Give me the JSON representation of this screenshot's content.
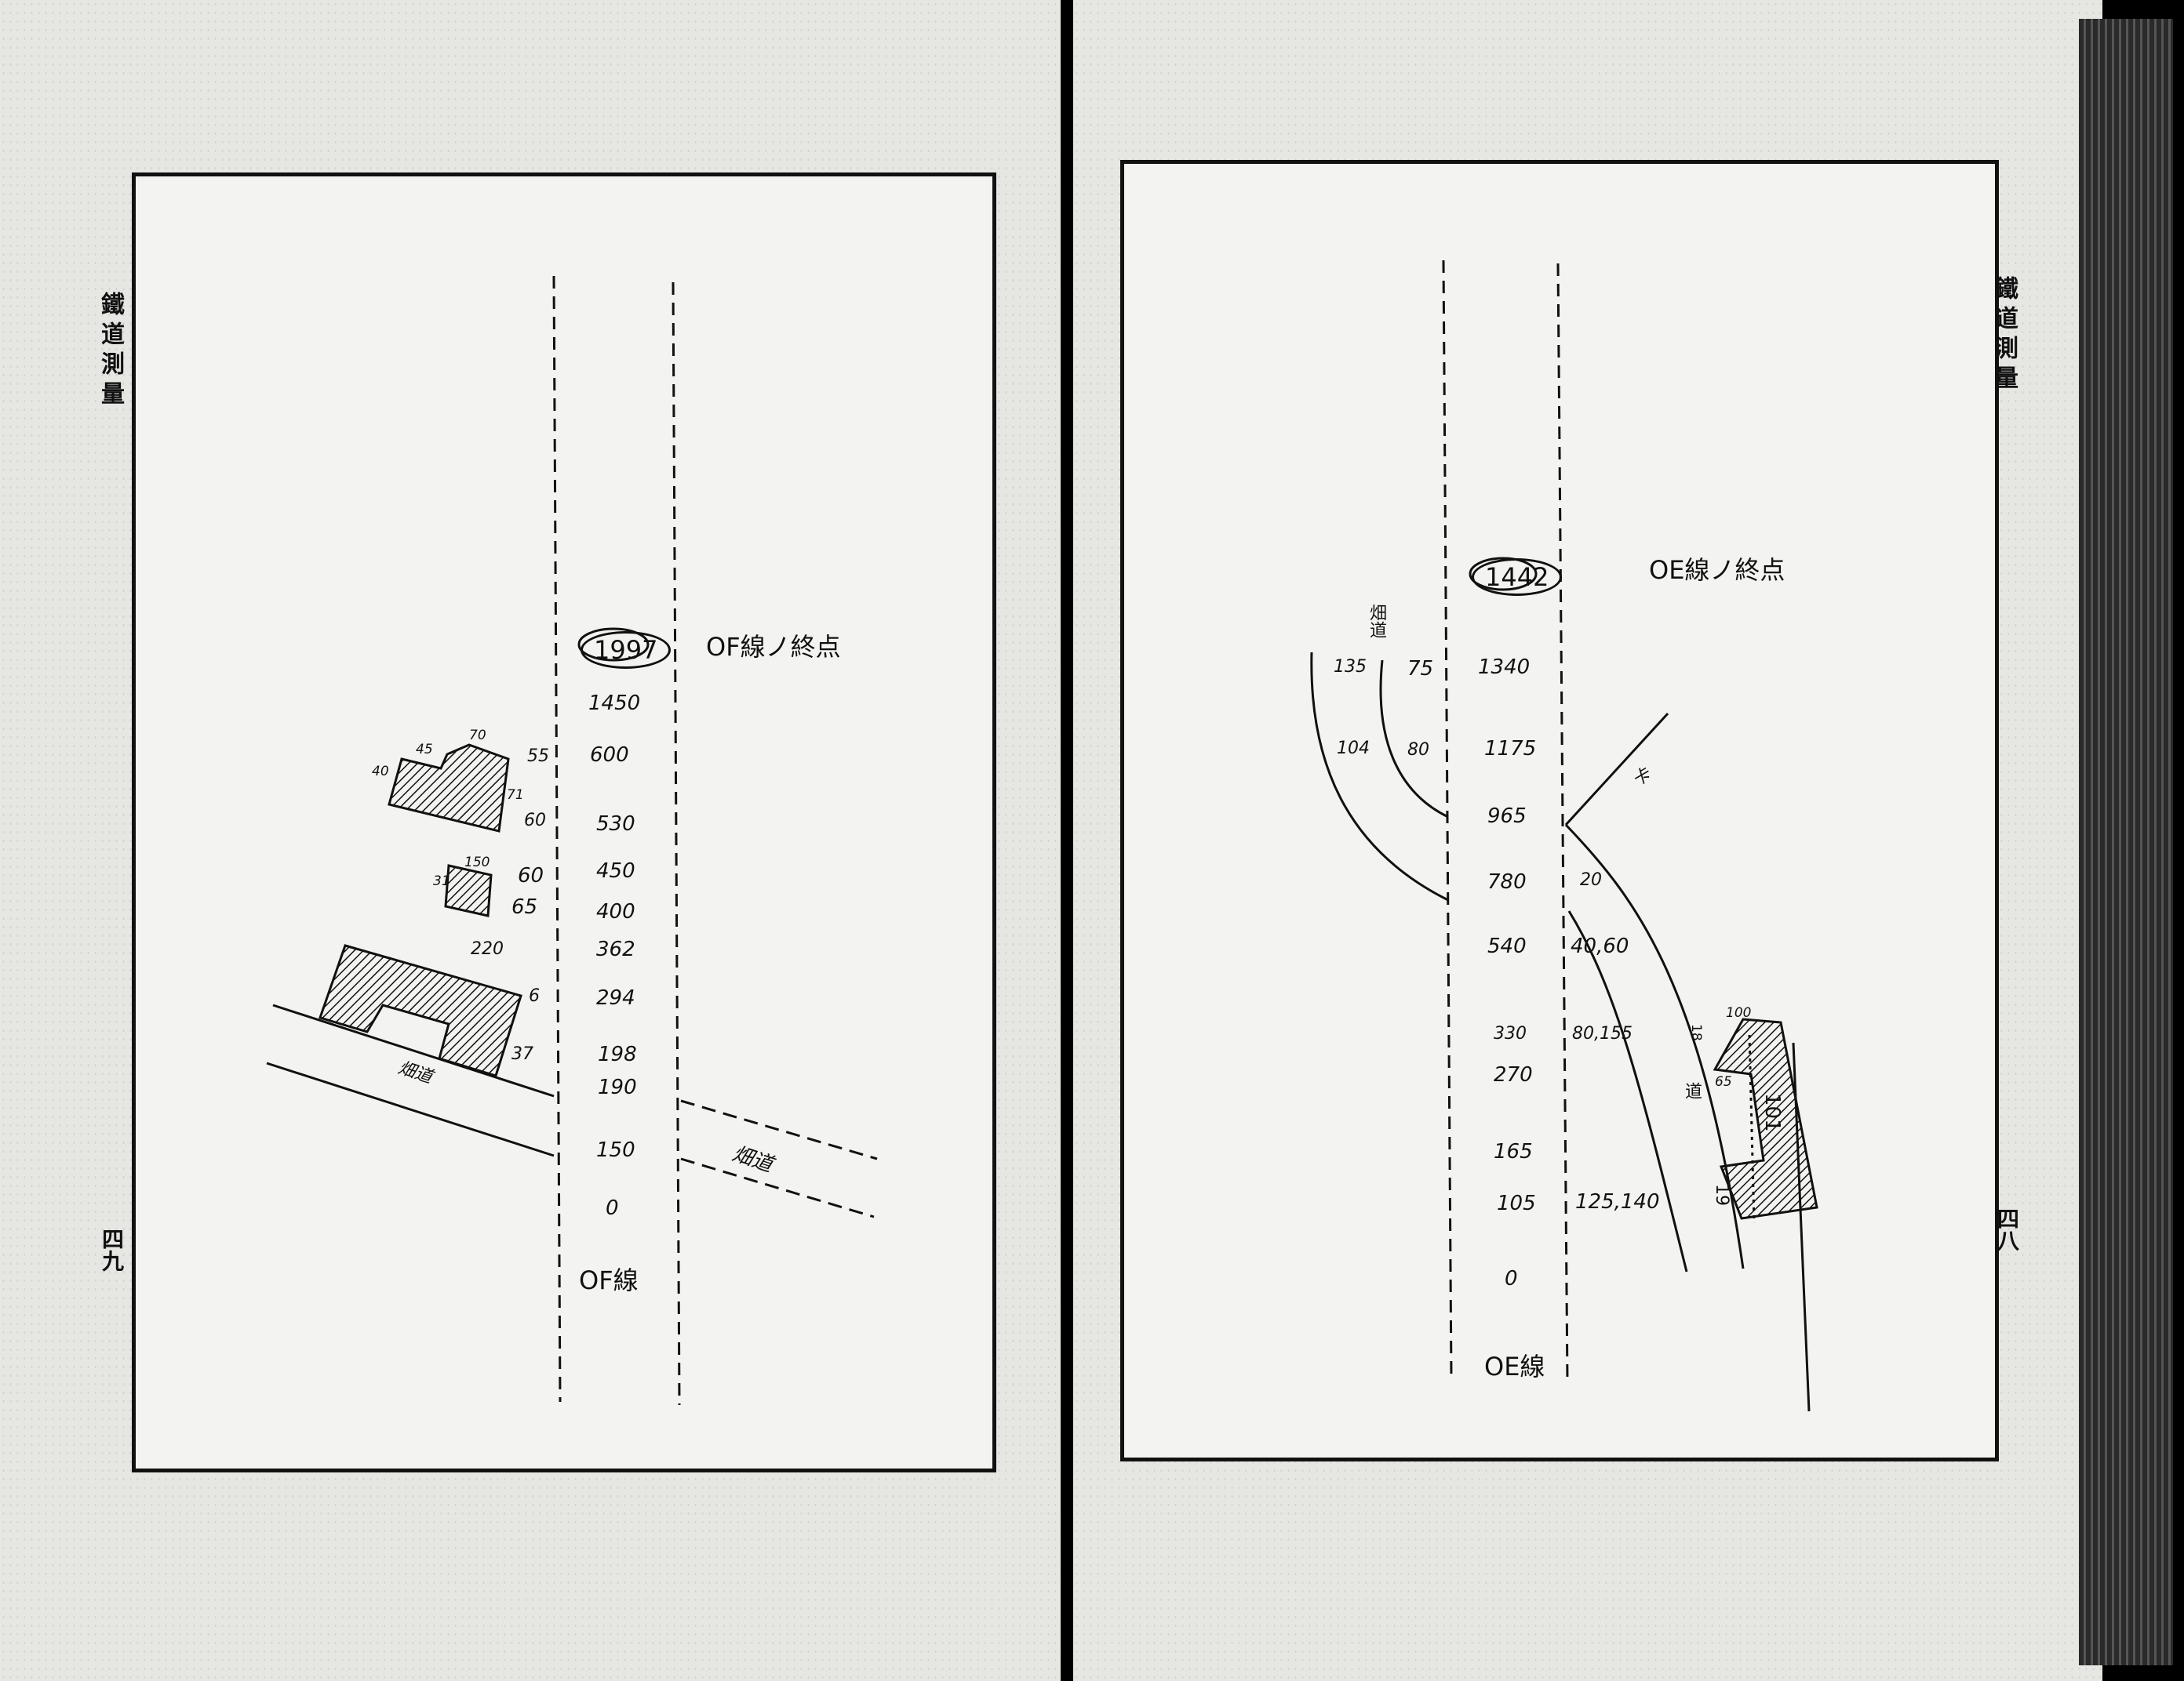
{
  "running_head": {
    "left": "鐵道測量",
    "right": "鐵道測量"
  },
  "page_numbers": {
    "left": "四九",
    "right": "四八"
  },
  "left_figure": {
    "station_label": "1997",
    "line_note": "OF線ノ終点",
    "line_name": "OF線",
    "chainage": [
      "1450",
      "600",
      "530",
      "450",
      "400",
      "362",
      "294",
      "198",
      "190",
      "150",
      "0"
    ],
    "offsets": [
      "55",
      "60",
      "60",
      "65",
      "220",
      "6",
      "37"
    ],
    "dims": [
      "40",
      "45",
      "70",
      "71",
      "150",
      "31"
    ],
    "road_labels": [
      "畑道",
      "畑道"
    ]
  },
  "right_figure": {
    "station_label": "1442",
    "line_note": "OE線ノ終点",
    "line_name": "OE線",
    "chainage": [
      "1340",
      "1175",
      "965",
      "780",
      "540",
      "330",
      "270",
      "165",
      "105",
      "0"
    ],
    "offsets_left": [
      "135",
      "75",
      "104",
      "80"
    ],
    "offsets_right": [
      "20",
      "40,60",
      "80,155",
      "125,140"
    ],
    "dims": [
      "100",
      "18",
      "65",
      "101",
      "19"
    ],
    "road_labels": [
      "畑道",
      "道"
    ],
    "misc": "卡"
  }
}
